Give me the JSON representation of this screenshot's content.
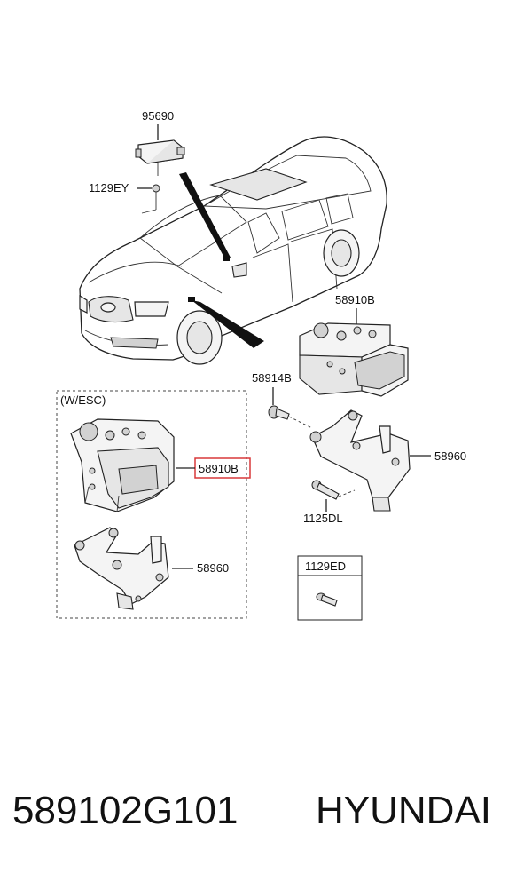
{
  "callouts": {
    "sensor": "95690",
    "sensor_bolt": "1129EY",
    "hecu_main": "58910B",
    "bolt_top": "58914B",
    "bracket_main": "58960",
    "bolt_bracket": "1125DL",
    "esc_group": "(W/ESC)",
    "hecu_esc": "58910B",
    "bracket_esc": "58960",
    "fastener_box": "1129ED"
  },
  "footer": {
    "part_number": "589102G101",
    "brand": "HYUNDAI"
  },
  "colors": {
    "highlight": "#d9383a",
    "line": "#222222"
  }
}
